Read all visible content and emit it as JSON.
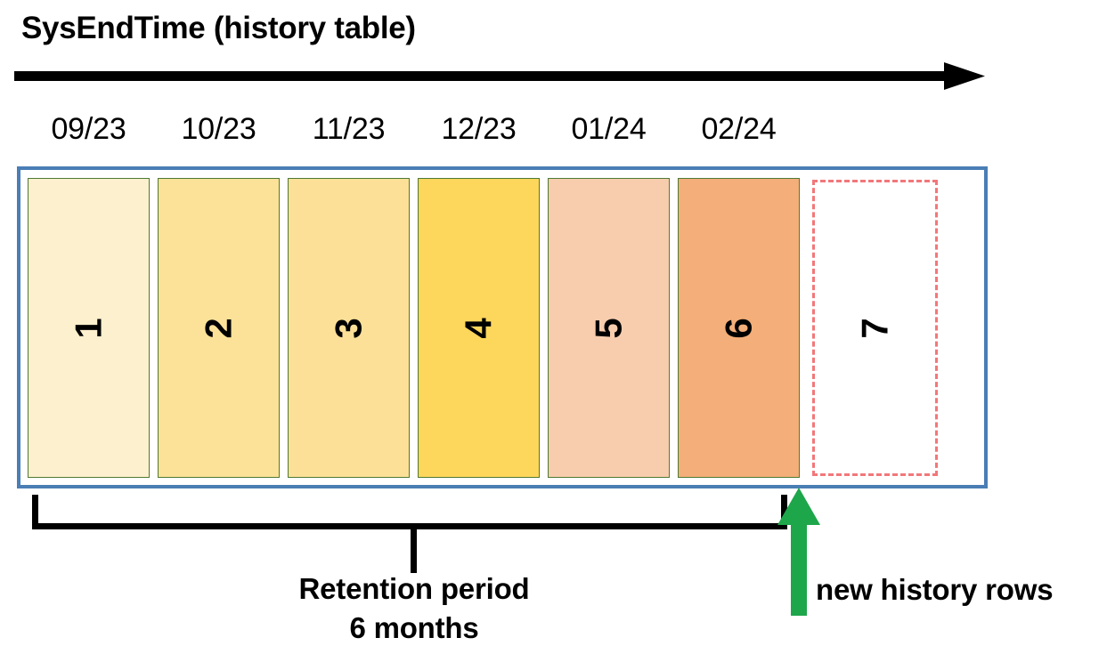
{
  "diagram": {
    "title": "SysEndTime (history table)",
    "timeline": {
      "axis_name": "time-axis-arrow",
      "direction": "left-to-right",
      "month_labels": [
        "09/23",
        "10/23",
        "11/23",
        "12/23",
        "01/24",
        "02/24"
      ]
    },
    "container": {
      "name": "history-table-container",
      "border_color": "#4A7EB5"
    },
    "partitions": [
      {
        "label": "1",
        "month": "09/23",
        "fill": "#FDF0CE",
        "border": "#4E7A33",
        "state": "existing"
      },
      {
        "label": "2",
        "month": "10/23",
        "fill": "#FCE298",
        "border": "#4E7A33",
        "state": "existing"
      },
      {
        "label": "3",
        "month": "11/23",
        "fill": "#FCE098",
        "border": "#4E7A33",
        "state": "existing"
      },
      {
        "label": "4",
        "month": "12/23",
        "fill": "#FDD65C",
        "border": "#4E7A33",
        "state": "existing"
      },
      {
        "label": "5",
        "month": "01/24",
        "fill": "#F8CDAE",
        "border": "#4E7A33",
        "state": "existing"
      },
      {
        "label": "6",
        "month": "02/24",
        "fill": "#F3AE79",
        "border": "#4E7A33",
        "state": "existing"
      },
      {
        "label": "7",
        "month": "",
        "fill": "#FFFFFF",
        "border": "#F2777A",
        "state": "future"
      }
    ],
    "retention": {
      "bracket_name": "retention-period-bracket",
      "caption_line1": "Retention period",
      "caption_line2": "6 months",
      "covers_partitions": [
        "1",
        "2",
        "3",
        "4",
        "5",
        "6"
      ]
    },
    "new_rows": {
      "label": "new history rows",
      "arrow_color": "#1EA64B",
      "points_to_partition": "7"
    },
    "colors": {
      "container_border": "#4A7EB5",
      "partition_border": "#4E7A33",
      "future_border": "#F2777A",
      "arrow_black": "#000000",
      "green": "#1EA64B"
    }
  }
}
